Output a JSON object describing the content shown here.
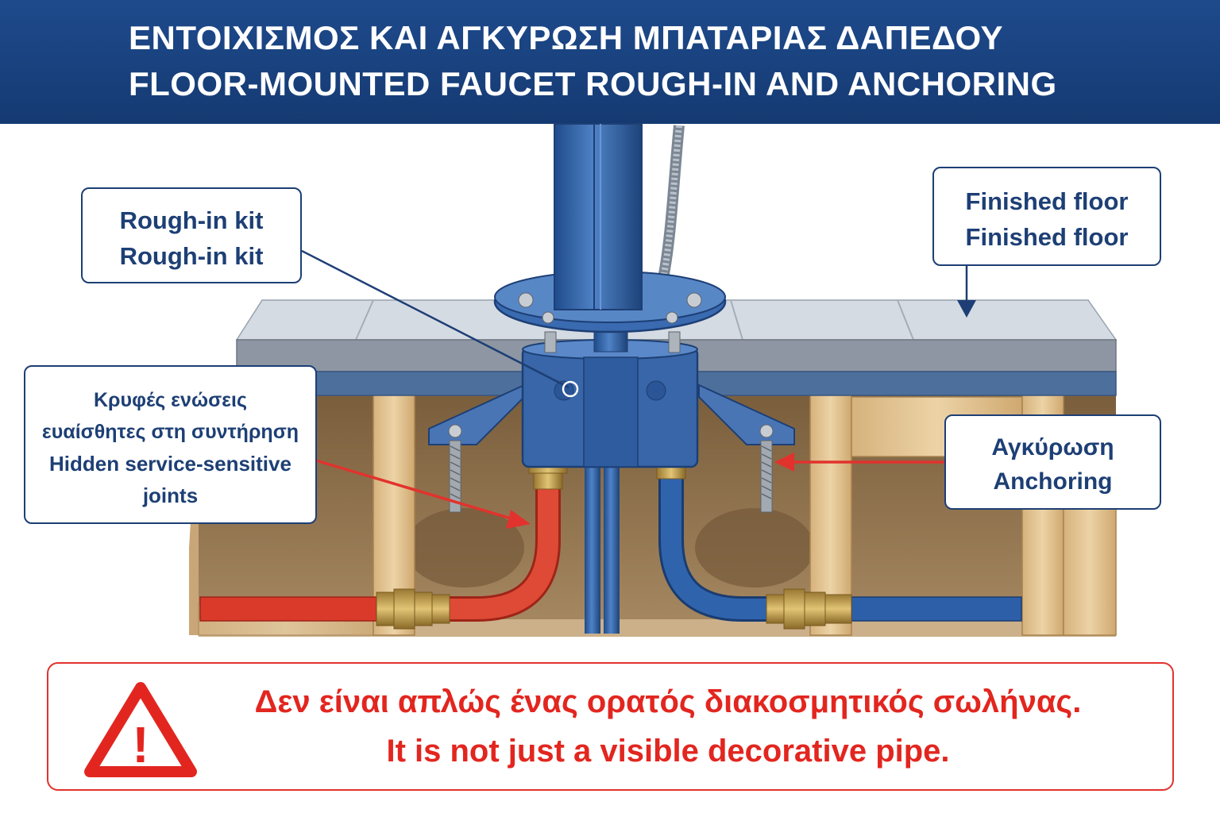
{
  "header": {
    "title_gr": "ΕΝΤΟΙΧΙΣΜΟΣ ΚΑΙ ΑΓΚΥΡΩΣΗ ΜΠΑΤΑΡΙΑΣ ΔΑΠΕΔΟΥ",
    "title_en": "FLOOR-MOUNTED FAUCET ROUGH-IN AND ANCHORING"
  },
  "callouts": {
    "rough_in_kit": {
      "line1": "Rough-in kit",
      "line2": "Rough-in kit"
    },
    "finished_floor": {
      "line1": "Finished floor",
      "line2": "Finished floor"
    },
    "hidden_joints": {
      "gr1": "Κρυφές ενώσεις",
      "gr2": "ευαίσθητες στη συντήρηση",
      "en1": "Hidden service-sensitive",
      "en2": "joints"
    },
    "anchoring": {
      "gr": "Αγκύρωση",
      "en": "Anchoring"
    }
  },
  "warning": {
    "line_gr": "Δεν είναι απλώς ένας ορατός διακοσμητικός σωλήνας.",
    "line_en": "It is not just a visible decorative pipe.",
    "icon_mark": "!"
  },
  "colors": {
    "header_blue": "#1e4a8c",
    "callout_navy": "#1d3f75",
    "warning_red": "#e2261f",
    "hot_pipe": "#d93a2a",
    "cold_pipe": "#2d5fa8",
    "wood": "#e0bf8e",
    "floor_slab": "#8d96a2",
    "steel_blue": "#3866a8"
  }
}
